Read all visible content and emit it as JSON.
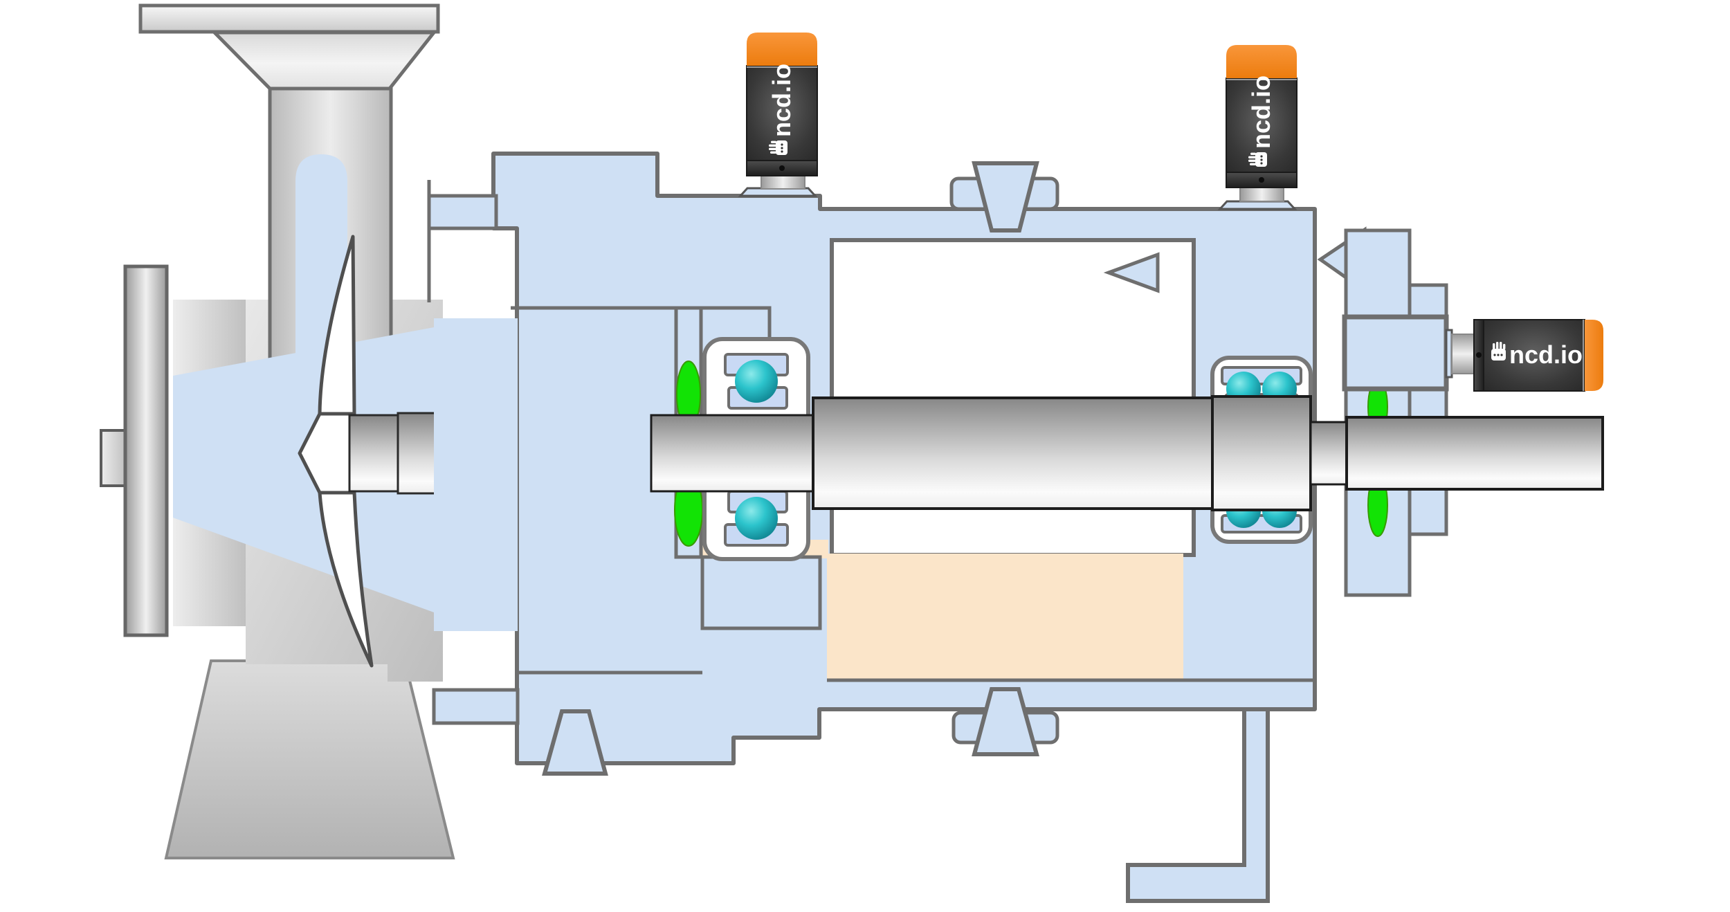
{
  "sensors": [
    {
      "label": "ncd.io",
      "icon": "hand-circuit-icon",
      "position": "inboard-bearing-top",
      "orientation": "vertical"
    },
    {
      "label": "ncd.io",
      "icon": "hand-circuit-icon",
      "position": "outboard-bearing-top",
      "orientation": "vertical"
    },
    {
      "label": "ncd.io",
      "icon": "hand-circuit-icon",
      "position": "shaft-end-axial",
      "orientation": "horizontal"
    }
  ],
  "colors": {
    "housing_blue": "#cfe0f4",
    "race_blue": "#c9d9f4",
    "outline_gray": "#6e6e6e",
    "shaft_outline": "#1c1c1c",
    "oil_tan": "#fbe5c9",
    "seal_green": "#12e305",
    "bearing_ball_teal": "#17a2b0",
    "sensor_orange": "#f4831c",
    "sensor_body_dark": "#333333"
  }
}
